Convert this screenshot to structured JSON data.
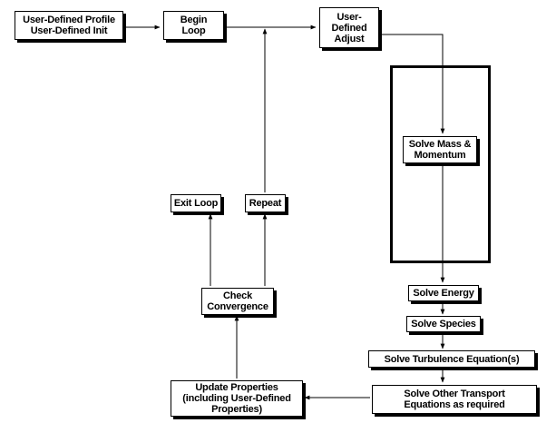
{
  "diagram": {
    "nodes": {
      "profile": "User-Defined Profile\nUser-Defined Init",
      "begin_loop": "Begin\nLoop",
      "adjust": "User-\nDefined\nAdjust",
      "solve_mass": "Solve Mass &\nMomentum",
      "solve_energy": "Solve Energy",
      "solve_species": "Solve Species",
      "solve_turbulence": "Solve Turbulence Equation(s)",
      "solve_other": "Solve Other Transport\nEquations as required",
      "update_properties": "Update Properties\n(including User-Defined\nProperties)",
      "check_convergence": "Check\nConvergence",
      "exit_loop": "Exit Loop",
      "repeat": "Repeat"
    },
    "edges": [
      {
        "from": "profile",
        "to": "begin_loop"
      },
      {
        "from": "begin_loop",
        "to": "adjust"
      },
      {
        "from": "adjust",
        "to": "solve_mass"
      },
      {
        "from": "solve_mass",
        "to": "solve_energy"
      },
      {
        "from": "solve_energy",
        "to": "solve_species"
      },
      {
        "from": "solve_species",
        "to": "solve_turbulence"
      },
      {
        "from": "solve_turbulence",
        "to": "solve_other"
      },
      {
        "from": "solve_other",
        "to": "update_properties"
      },
      {
        "from": "update_properties",
        "to": "check_convergence"
      },
      {
        "from": "check_convergence",
        "to": "exit_loop"
      },
      {
        "from": "check_convergence",
        "to": "repeat"
      },
      {
        "from": "repeat",
        "to": "begin_loop"
      }
    ]
  }
}
